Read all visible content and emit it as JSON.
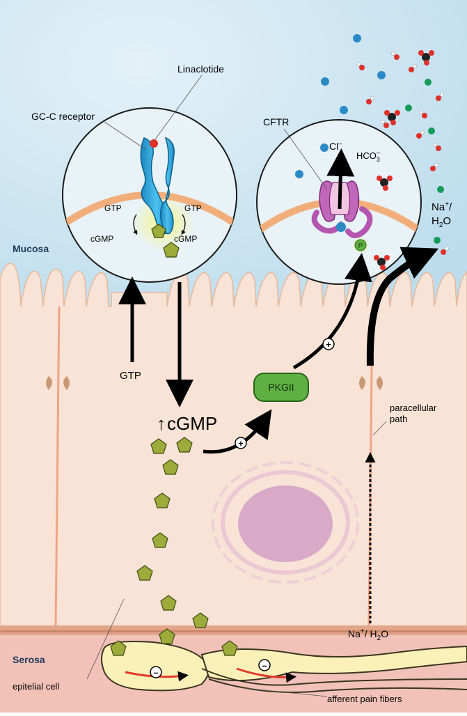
{
  "labels": {
    "mucosa": "Mucosa",
    "serosa": "Serosa",
    "linaclotide": "Linaclotide",
    "gcc_receptor": "GC-C  receptor",
    "gtp_left_inset": "GTP",
    "gtp_right_inset": "GTP",
    "cgmp_left_inset": "cGMP",
    "cgmp_right_inset": "cGMP",
    "gtp_arrow": "GTP",
    "cgmp_increase": "cGMP",
    "pkgii": "PKGII",
    "cftr": "CFTR",
    "cl_ion": "Cl",
    "cl_charge": "–",
    "hco3_base": "HCO",
    "hco3_sub": "3",
    "hco3_sup": "–",
    "na_h2o_top_line1": "Na",
    "na_h2o_top_line1_sup": "+",
    "na_h2o_top_line1_end": "/",
    "na_h2o_top_line2": "H",
    "na_h2o_top_line2_sub": "2",
    "na_h2o_top_line2_end": "O",
    "phosphate": "P",
    "paracellular_line1": "paracellular",
    "paracellular_line2": "path",
    "na_h2o_bottom": "Na",
    "na_h2o_bottom_sup": "+",
    "na_h2o_bottom_end": "/ H",
    "na_h2o_bottom_sub": "2",
    "na_h2o_bottom_o": "O",
    "epithelial_cell": "epitelial cell",
    "afferent_pain_fibers": "afferent pain fibers",
    "plus_sign": "+",
    "minus_sign": "–",
    "increase_arrow": "↑"
  },
  "colors": {
    "lumen_blue": "#cfe6f2",
    "cell_fill": "#f8e3d6",
    "membrane": "#f2ae7a",
    "serosa": "#f2c2b8",
    "receptor_blue": "#2aa5dc",
    "cgmp_green": "#9dab3a",
    "pkgii_green": "#5fb043",
    "cftr_magenta": "#b455b0",
    "nerve_yellow": "#fbf1b8",
    "red_arrow": "#e2392c"
  }
}
